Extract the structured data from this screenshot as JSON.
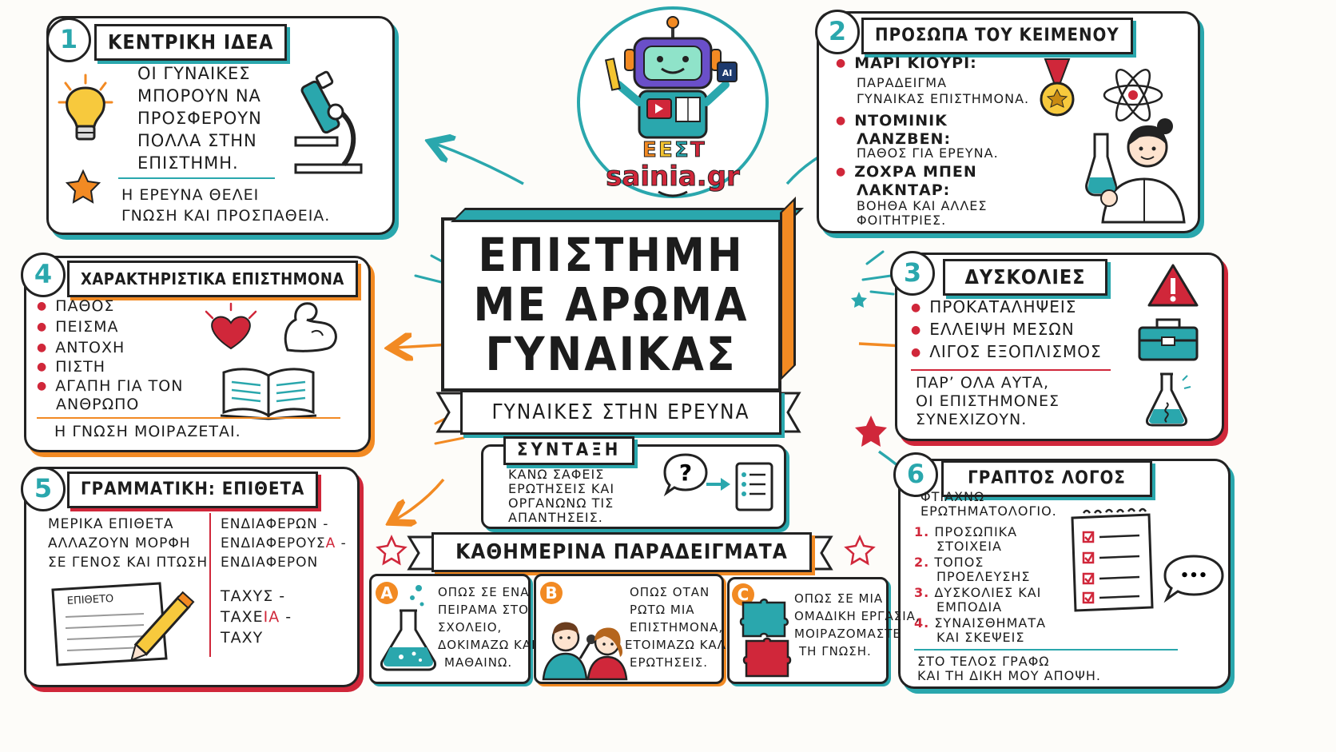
{
  "brand": {
    "logo_text": "sainia.gr",
    "logo_badge": "AI",
    "logo_letters": [
      "Ε",
      "Ε",
      "Σ",
      "Τ"
    ]
  },
  "center": {
    "title_line1": "ΕΠΙΣΤΗΜΗ",
    "title_line2": "ΜΕ ΑΡΩΜΑ",
    "title_line3": "ΓΥΝΑΙΚΑΣ",
    "subtitle": "ΓΥΝΑΙΚΕΣ ΣΤΗΝ ΕΡΕΥΝΑ"
  },
  "syntax": {
    "title": "ΣΥΝΤΑΞΗ",
    "line1": "ΚΑΝΩ ΣΑΦΕΙΣ",
    "line2": "ΕΡΩΤΗΣΕΙΣ ΚΑΙ",
    "line3": "ΟΡΓΑΝΩΝΩ ΤΙΣ",
    "line4": "ΑΠΑΝΤΗΣΕΙΣ.",
    "question_mark": "?"
  },
  "section1": {
    "number": "1",
    "title": "ΚΕΝΤΡΙΚΗ ΙΔΕΑ",
    "line1": "ΟΙ ΓΥΝΑΙΚΕΣ",
    "line2": "ΜΠΟΡΟΥΝ ΝΑ",
    "line3": "ΠΡΟΣΦΕΡΟΥΝ",
    "line4": "ΠΟΛΛΑ ΣΤΗΝ",
    "line5": "ΕΠΙΣΤΗΜΗ.",
    "note1": "Η ΕΡΕΥΝΑ ΘΕΛΕΙ",
    "note2": "ΓΝΩΣΗ ΚΑΙ ΠΡΟΣΠΑΘΕΙΑ."
  },
  "section2": {
    "number": "2",
    "title": "ΠΡΟΣΩΠΑ ΤΟΥ ΚΕΙΜΕΝΟΥ",
    "p1_name": "ΜΑΡΙ ΚΙΟΥΡΙ:",
    "p1_desc1": "ΠΑΡΑΔΕΙΓΜΑ",
    "p1_desc2": "ΓΥΝΑΙΚΑΣ ΕΠΙΣΤΗΜΟΝΑ.",
    "p2_name1": "ΝΤΟΜΙΝΙΚ",
    "p2_name2": "ΛΑΝΖΒΕΝ:",
    "p2_desc": "ΠΑΘΟΣ ΓΙΑ ΕΡΕΥΝΑ.",
    "p3_name1": "ΖΟΧΡΑ ΜΠΕΝ",
    "p3_name2": "ΛΑΚΝΤΑΡ:",
    "p3_desc1": "ΒΟΗΘΑ ΚΑΙ ΑΛΛΕΣ",
    "p3_desc2": "ΦΟΙΤΗΤΡΙΕΣ."
  },
  "section3": {
    "number": "3",
    "title": "ΔΥΣΚΟΛΙΕΣ",
    "items": [
      "ΠΡΟΚΑΤΑΛΗΨΕΙΣ",
      "ΕΛΛΕΙΨΗ ΜΕΣΩΝ",
      "ΛΙΓΟΣ ΕΞΟΠΛΙΣΜΟΣ"
    ],
    "note1": "ΠΑΡ’ ΟΛΑ ΑΥΤΑ,",
    "note2": "ΟΙ ΕΠΙΣΤΗΜΟΝΕΣ",
    "note3": "ΣΥΝΕΧΙΖΟΥΝ."
  },
  "section4": {
    "number": "4",
    "title": "ΧΑΡΑΚΤΗΡΙΣΤΙΚΑ ΕΠΙΣΤΗΜΟΝΑ",
    "items": [
      "ΠΑΘΟΣ",
      "ΠΕΙΣΜΑ",
      "ΑΝΤΟΧΗ",
      "ΠΙΣΤΗ",
      "ΑΓΑΠΗ ΓΙΑ ΤΟΝ"
    ],
    "item5_line2": "ΑΝΘΡΩΠΟ",
    "note": "Η ΓΝΩΣΗ ΜΟΙΡΑΖΕΤΑΙ."
  },
  "section5": {
    "number": "5",
    "title": "ΓΡΑΜΜΑΤΙΚΗ: ΕΠΙΘΕΤΑ",
    "left1": "ΜΕΡΙΚΑ ΕΠΙΘΕΤΑ",
    "left2": "ΑΛΛΑΖΟΥΝ ΜΟΡΦΗ",
    "left3": "ΣΕ ΓΕΝΟΣ ΚΑΙ ΠΤΩΣΗ.",
    "ex1_a": "ΕΝΔΙΑΦΕΡΩΝ -",
    "ex1_b_stem": "ΕΝΔΙΑΦΕΡΟΥΣ",
    "ex1_b_end": "Α",
    "ex1_b_dash": " -",
    "ex1_c": "ΕΝΔΙΑΦΕΡΟΝ",
    "ex2_a": "ΤΑΧΥΣ -",
    "ex2_b_stem": "ΤΑΧΕ",
    "ex2_b_end": "ΙΑ",
    "ex2_b_dash": " -",
    "ex2_c": "ΤΑΧΥ",
    "paper_label": "ΕΠΙΘΕΤΟ"
  },
  "section6": {
    "number": "6",
    "title": "ΓΡΑΠΤΟΣ ΛΟΓΟΣ",
    "intro1": "ΦΤΙΑΧΝΩ",
    "intro2": "ΕΡΩΤΗΜΑΤΟΛΟΓΙΟ.",
    "i1_num": "1.",
    "i1_a": "ΠΡΟΣΩΠΙΚΑ",
    "i1_b": "ΣΤΟΙΧΕΙΑ",
    "i2_num": "2.",
    "i2_a": "ΤΟΠΟΣ",
    "i2_b": "ΠΡΟΕΛΕΥΣΗΣ",
    "i3_num": "3.",
    "i3_a": "ΔΥΣΚΟΛΙΕΣ ΚΑΙ",
    "i3_b": "ΕΜΠΟΔΙΑ",
    "i4_num": "4.",
    "i4_a": "ΣΥΝΑΙΣΘΗΜΑΤΑ",
    "i4_b": "ΚΑΙ ΣΚΕΨΕΙΣ",
    "note1": "ΣΤΟ ΤΕΛΟΣ ΓΡΑΦΩ",
    "note2": "ΚΑΙ ΤΗ ΔΙΚΗ ΜΟΥ ΑΠΟΨΗ.",
    "bubble": "•••"
  },
  "examples": {
    "title": "ΚΑΘΗΜΕΡΙΝΑ ΠΑΡΑΔΕΙΓΜΑΤΑ",
    "a_letter": "A",
    "a1": "ΟΠΩΣ ΣΕ ΕΝΑ",
    "a2": "ΠΕΙΡΑΜΑ ΣΤΟ",
    "a3": "ΣΧΟΛΕΙΟ,",
    "a4": "ΔΟΚΙΜΑΖΩ ΚΑΙ",
    "a5": "ΜΑΘΑΙΝΩ.",
    "b_letter": "B",
    "b1": "ΟΠΩΣ ΟΤΑΝ",
    "b2": "ΡΩΤΩ ΜΙΑ",
    "b3": "ΕΠΙΣΤΗΜΟΝΑ,",
    "b4": "ΕΤΟΙΜΑΖΩ ΚΑΛΕΣ",
    "b5": "ΕΡΩΤΗΣΕΙΣ.",
    "c_letter": "C",
    "c1": "ΟΠΩΣ ΣΕ ΜΙΑ",
    "c2": "ΟΜΑΔΙΚΗ ΕΡΓΑΣΙΑ,",
    "c3": "ΜΟΙΡΑΖΟΜΑΣΤΕ",
    "c4": "ΤΗ ΓΝΩΣΗ."
  },
  "colors": {
    "teal": "#2aa7ad",
    "orange": "#f28a23",
    "red": "#d0273a",
    "ink": "#1c1c1c"
  }
}
